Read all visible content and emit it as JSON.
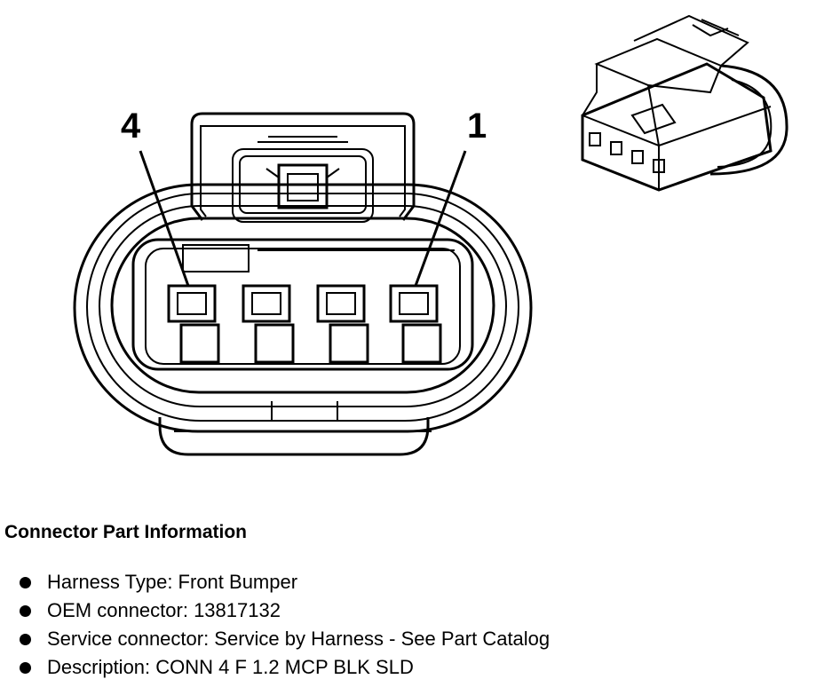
{
  "diagram": {
    "pin_label_left": "4",
    "pin_label_right": "1"
  },
  "info": {
    "title": "Connector Part Information",
    "items": [
      {
        "text": "Harness Type: Front Bumper"
      },
      {
        "text": "OEM connector: 13817132"
      },
      {
        "text": "Service connector: Service by Harness - See Part Catalog"
      },
      {
        "text": "Description: CONN 4 F 1.2 MCP BLK SLD"
      }
    ]
  }
}
